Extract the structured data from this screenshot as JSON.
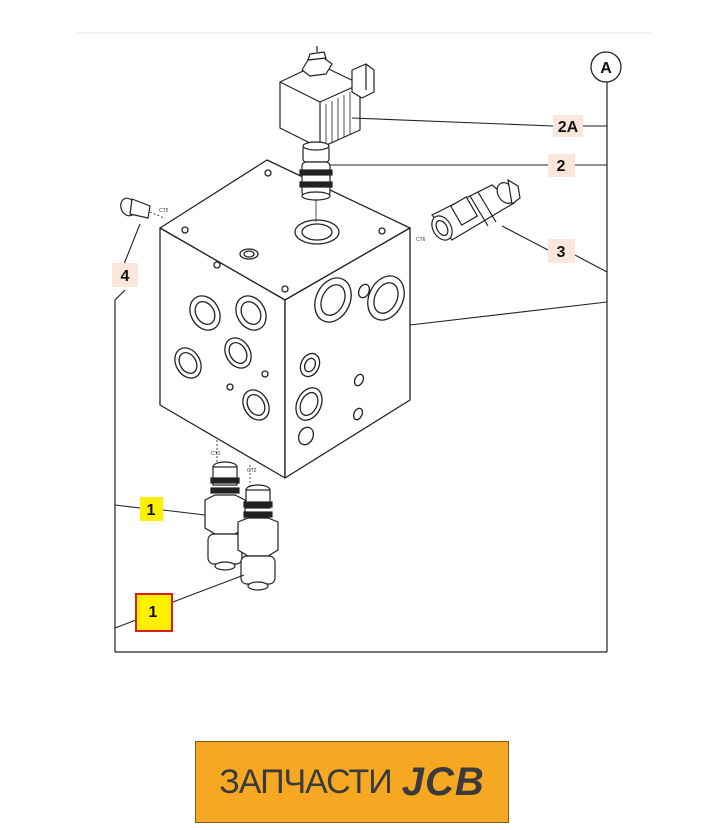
{
  "sheet_ref": "A",
  "callouts": {
    "solenoid": "2A",
    "cartridge_valve": "2",
    "side_valve": "3",
    "plug": "4",
    "check_valve_upper": "1",
    "check_valve_lower": "1"
  },
  "port_marks": {
    "plug_port": "CT5",
    "side_port": "CT6",
    "lower_port_left": "CT1",
    "lower_port_right": "CT2"
  },
  "brand": {
    "text_ru": "ЗАПЧАСТИ",
    "text_logo": "JCB",
    "color": "#f7a823"
  },
  "colors": {
    "highlight_yellow": "#ffef00",
    "callout_tag": "#fbe6db",
    "selected_border": "#e01b1b"
  }
}
